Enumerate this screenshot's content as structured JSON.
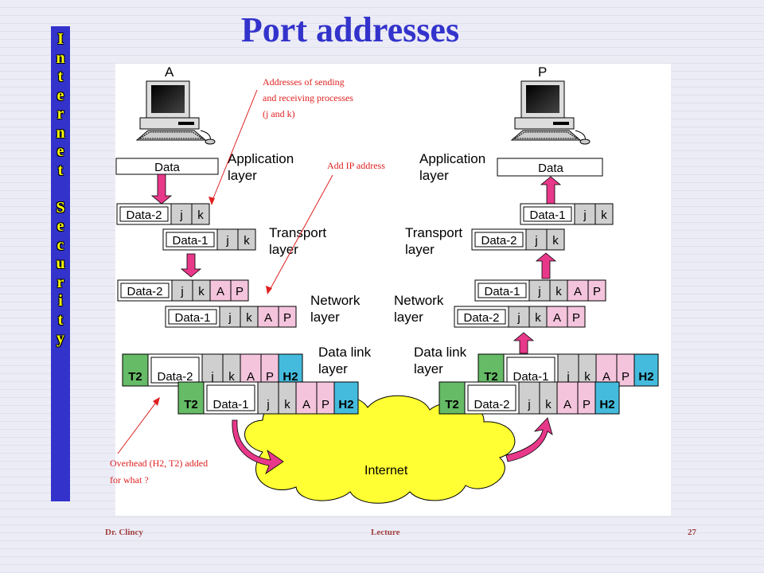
{
  "slide": {
    "title": "Port addresses",
    "sidebar_letters": [
      "I",
      "n",
      "t",
      "e",
      "r",
      "n",
      "e",
      "t",
      "",
      "S",
      "e",
      "c",
      "u",
      "r",
      "i",
      "t",
      "y"
    ],
    "footer": {
      "author": "Dr. Clincy",
      "center": "Lecture",
      "page": "27"
    }
  },
  "diagram": {
    "host_left": "A",
    "host_right": "P",
    "layers": {
      "application": [
        "Application",
        "layer"
      ],
      "transport": [
        "Transport",
        "layer"
      ],
      "network": [
        "Network",
        "layer"
      ],
      "datalink": [
        "Data link",
        "layer"
      ]
    },
    "cloud_label": "Internet",
    "annotations": {
      "ports": [
        "Addresses of sending",
        "and receiving processes",
        "(j and k)"
      ],
      "ip": "Add IP address",
      "overhead": [
        "Overhead (H2, T2) added",
        "for what ?"
      ]
    },
    "left_stack": {
      "app": "Data",
      "transport": [
        [
          "Data-2",
          "j",
          "k"
        ],
        [
          "Data-1",
          "j",
          "k"
        ]
      ],
      "network": [
        [
          "Data-2",
          "j",
          "k",
          "A",
          "P"
        ],
        [
          "Data-1",
          "j",
          "k",
          "A",
          "P"
        ]
      ],
      "datalink": [
        [
          "T2",
          "Data-2",
          "j",
          "k",
          "A",
          "P",
          "H2"
        ],
        [
          "T2",
          "Data-1",
          "j",
          "k",
          "A",
          "P",
          "H2"
        ]
      ]
    },
    "right_stack": {
      "app": "Data",
      "transport": [
        [
          "Data-1",
          "j",
          "k"
        ],
        [
          "Data-2",
          "j",
          "k"
        ]
      ],
      "network": [
        [
          "Data-1",
          "j",
          "k",
          "A",
          "P"
        ],
        [
          "Data-2",
          "j",
          "k",
          "A",
          "P"
        ]
      ],
      "datalink": [
        [
          "T2",
          "Data-1",
          "j",
          "k",
          "A",
          "P",
          "H2"
        ],
        [
          "T2",
          "Data-2",
          "j",
          "k",
          "A",
          "P",
          "H2"
        ]
      ]
    },
    "colors": {
      "title": "#3333cc",
      "arrow": "#e8388a",
      "cloud": "#ffff33",
      "trailer": "#66bb66",
      "header2": "#44bbdd",
      "ip": "#f4c4dc",
      "port": "#cfcfcf",
      "annotation": "#e02020"
    }
  }
}
